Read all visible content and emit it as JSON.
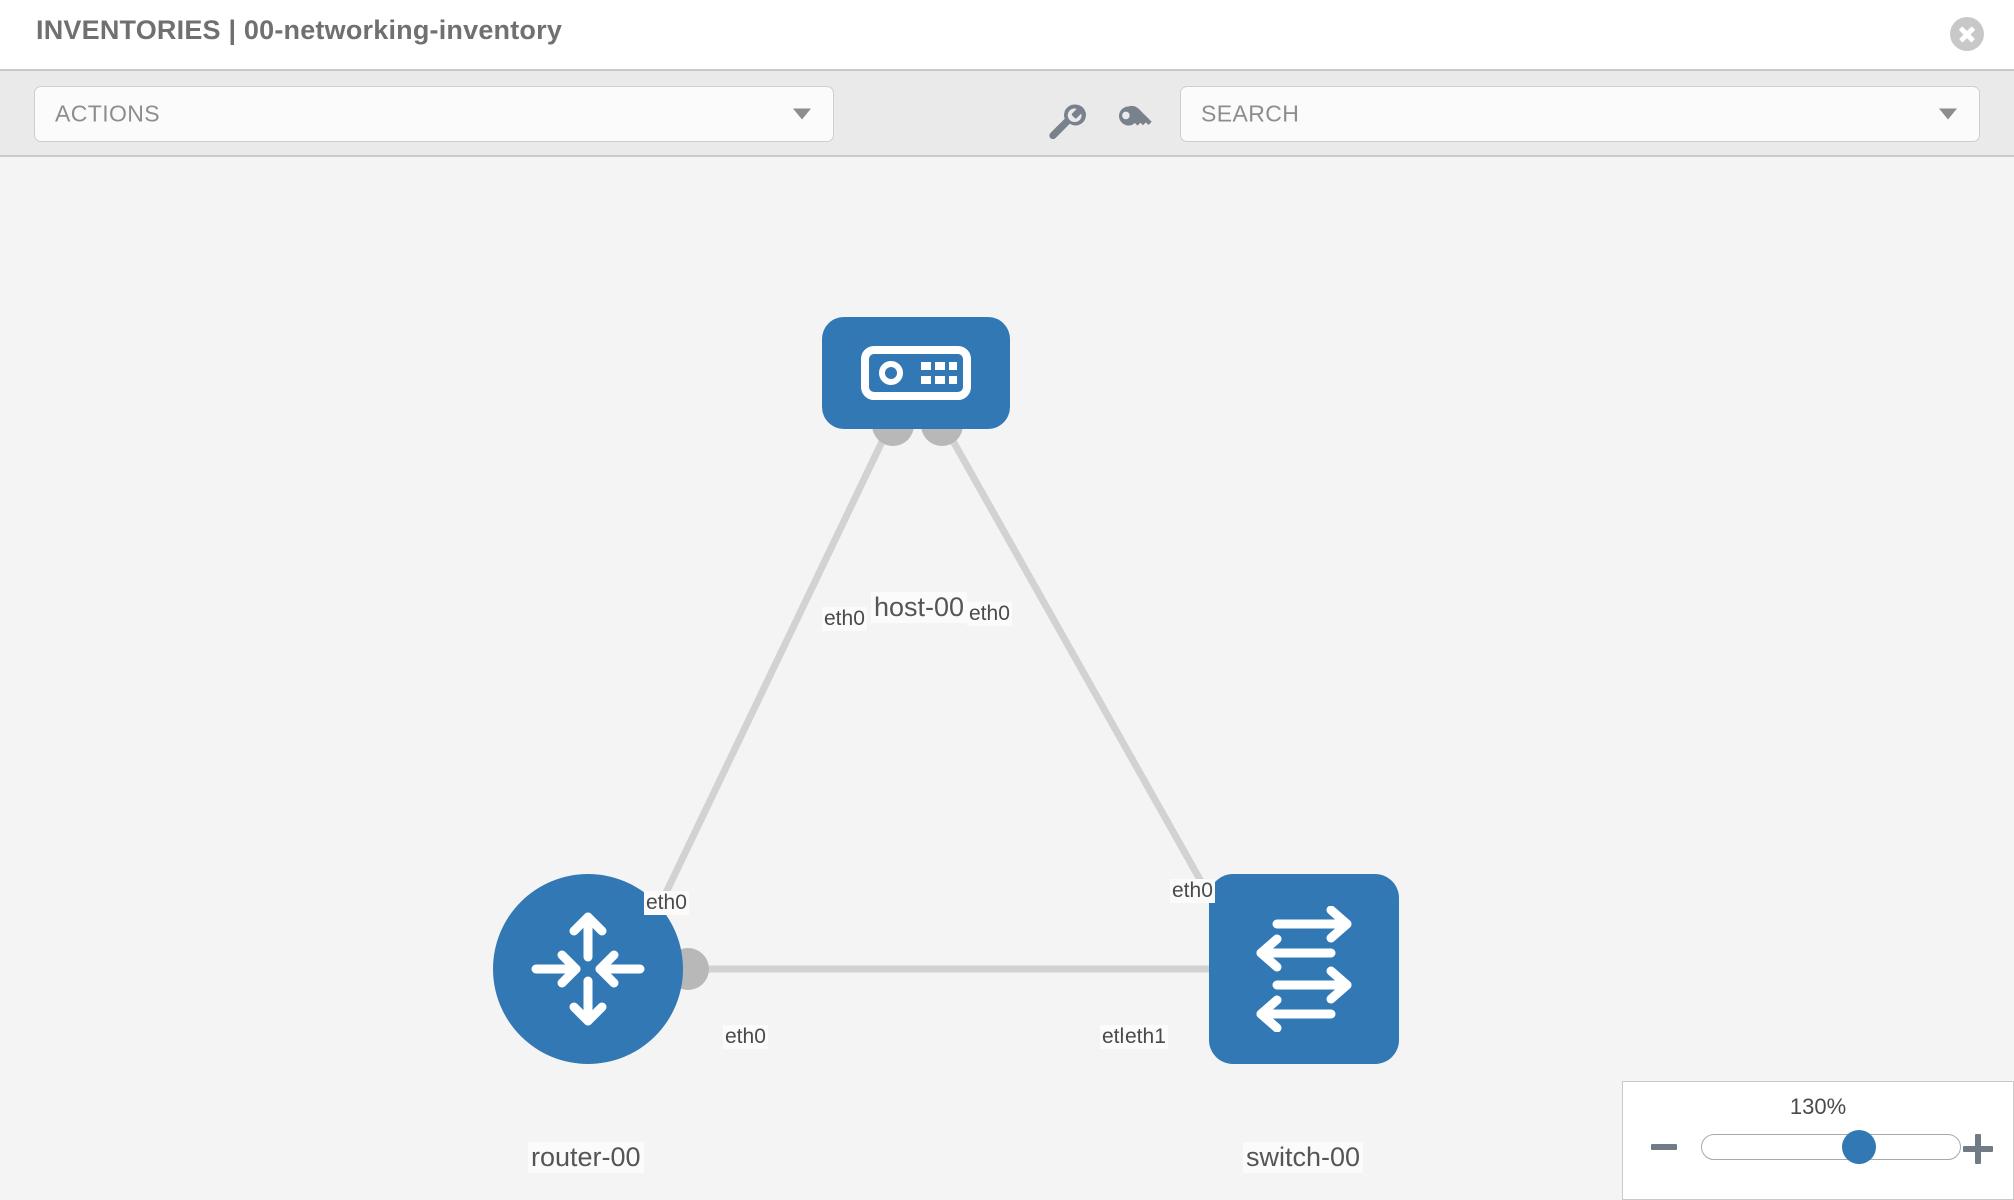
{
  "header": {
    "title": "INVENTORIES | 00-networking-inventory",
    "close_icon": "close-circle-icon"
  },
  "toolbar": {
    "actions": {
      "label": "ACTIONS",
      "caret_icon": "chevron-down-icon"
    },
    "search": {
      "placeholder": "SEARCH",
      "value": "SEARCH",
      "caret_icon": "chevron-down-icon"
    },
    "wrench_icon": "wrench-icon",
    "key_icon": "key-icon"
  },
  "topology": {
    "nodes": [
      {
        "id": "host-00",
        "label": "host-00",
        "icon": "server-appliance-icon",
        "shape": "rounded-rect"
      },
      {
        "id": "router-00",
        "label": "router-00",
        "icon": "router-arrows-icon",
        "shape": "circle"
      },
      {
        "id": "switch-00",
        "label": "switch-00",
        "icon": "switch-arrows-icon",
        "shape": "rounded-square"
      }
    ],
    "interfaces": {
      "host_left": "eth0",
      "host_right": "eth0",
      "router_to_host": "eth0",
      "switch_to_host": "eth0",
      "router_to_switch": "eth0",
      "switch_to_router_a": "eth1",
      "switch_to_router_b": "eth1"
    },
    "colors": {
      "node_blue": "#3178b5",
      "link_gray": "#d2d2d2",
      "connector_gray": "#b8b8b8",
      "canvas_bg": "#f4f4f4"
    }
  },
  "zoom": {
    "value": "130%",
    "minus_icon": "minus-icon",
    "plus_icon": "plus-icon",
    "thumb_position_percent": 61
  }
}
